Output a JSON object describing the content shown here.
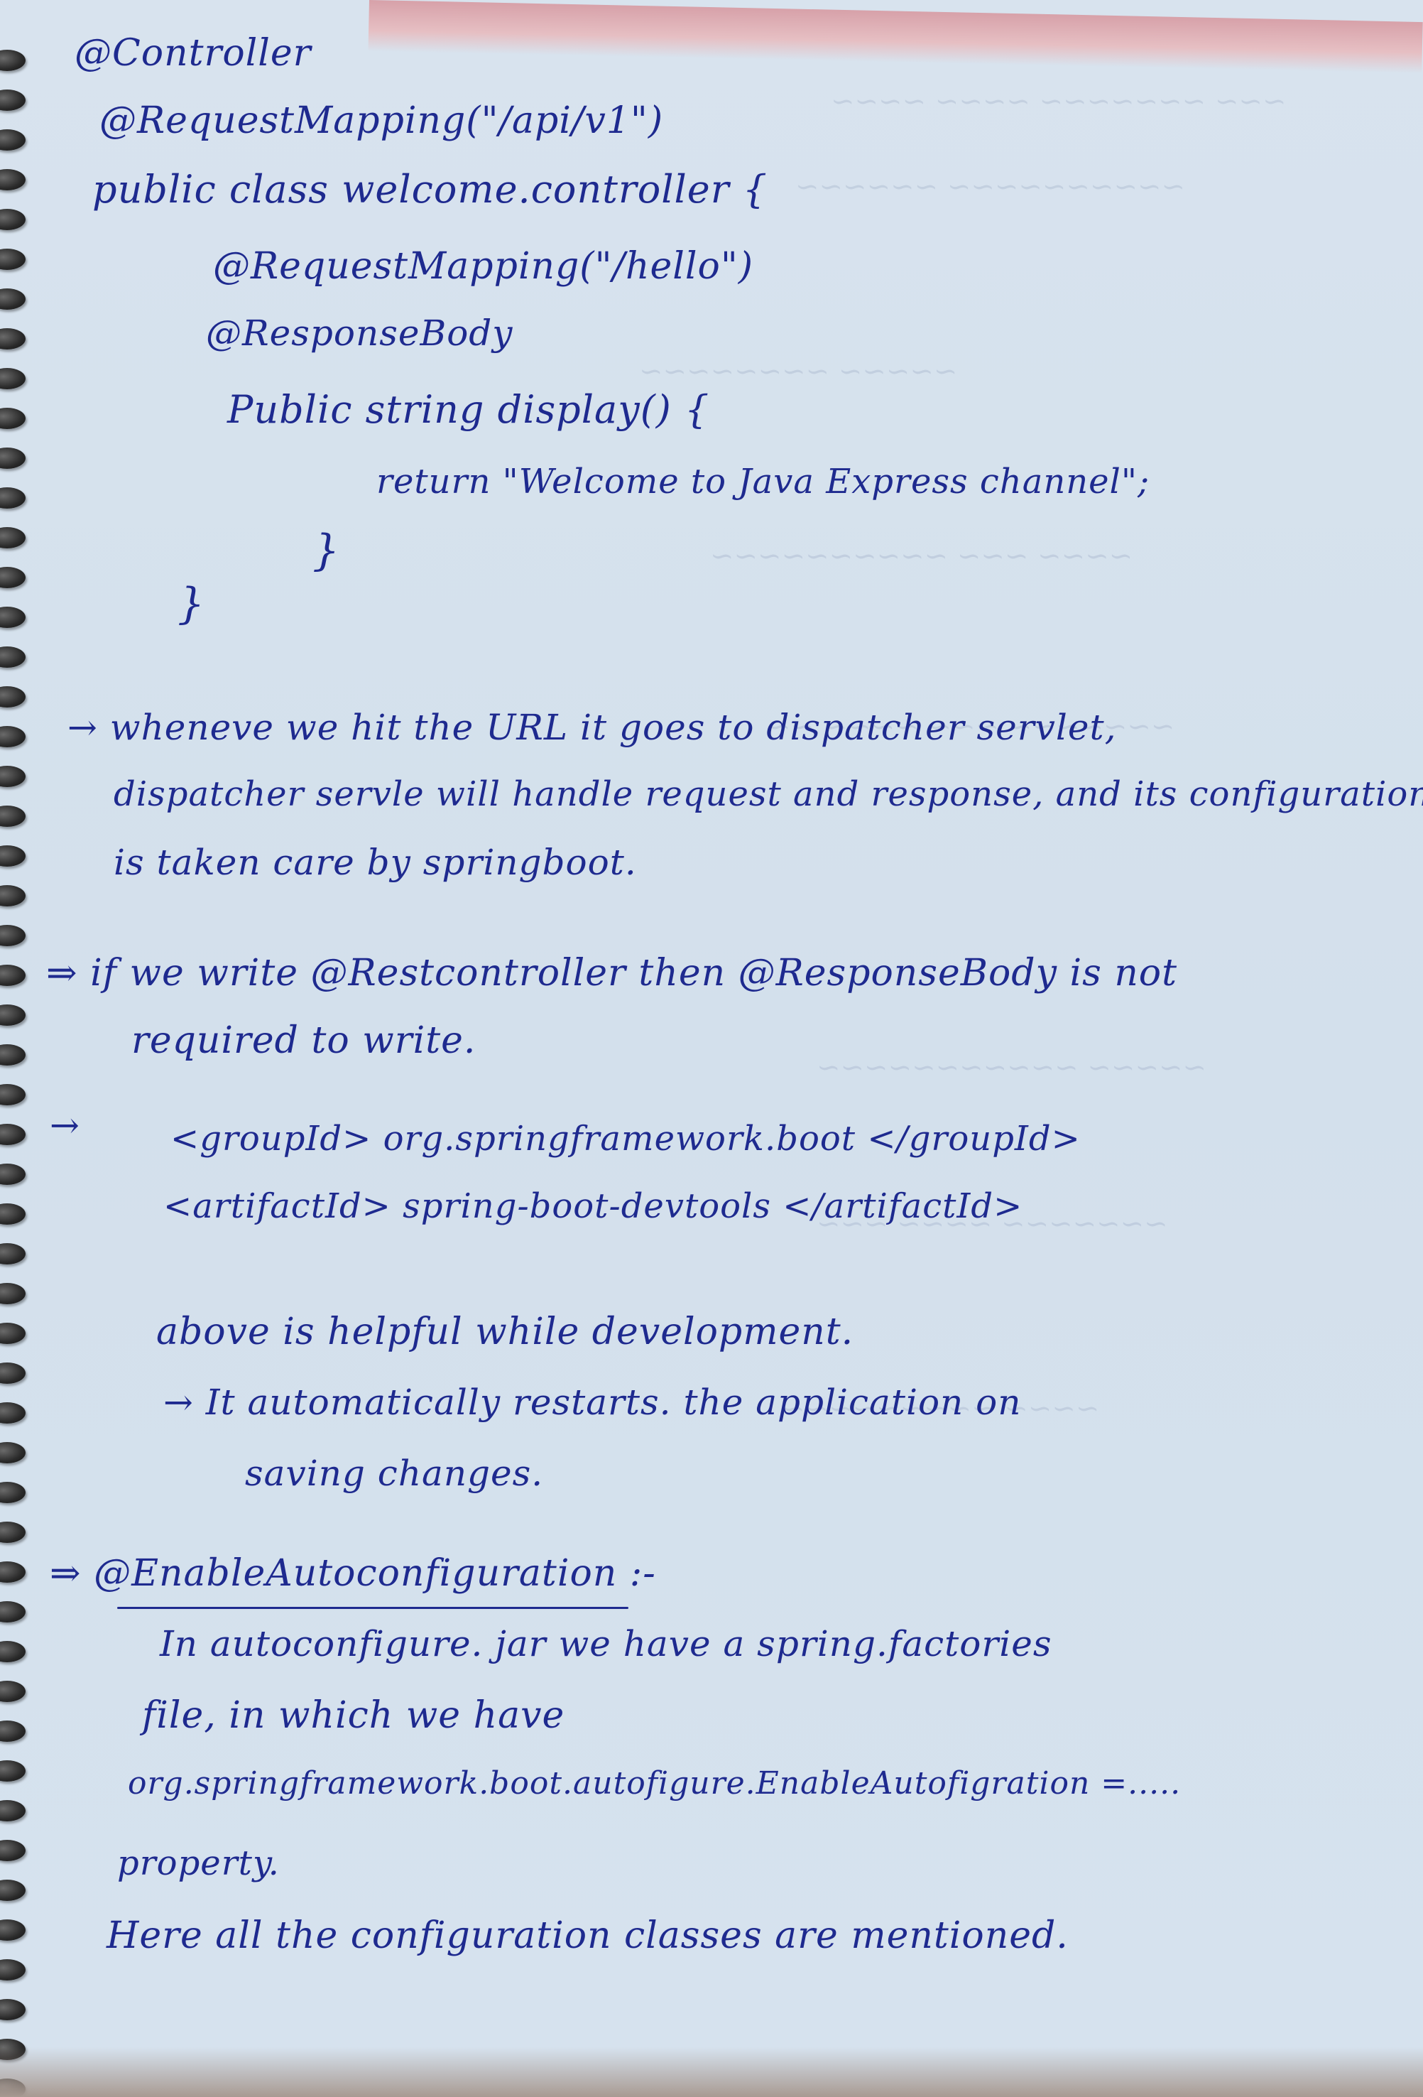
{
  "notes": {
    "code": {
      "l1": "@Controller",
      "l2": "@RequestMapping(\"/api/v1\")",
      "l3": "public  class  welcome.controller {",
      "l4": "@RequestMapping(\"/hello\")",
      "l5": "@ResponseBody",
      "l6": "Public  string  display() {",
      "l7": "return \"Welcome to Java Express channel\";",
      "l8": "}",
      "l9": "}"
    },
    "dispatcher": {
      "l1": "→ wheneve we hit the URL it goes to dispatcher servlet,",
      "l2": "dispatcher servle will handle request and response, and its configuration",
      "l3": "is taken care by springboot."
    },
    "restcontroller": {
      "l1": "⇒ if we write @Restcontroller then @ResponseBody is not",
      "l2": "required to write."
    },
    "devtools": {
      "arrow": "→",
      "l1": "<groupId> org.springframework.boot </groupId>",
      "l2": "<artifactId> spring-boot-devtools </artifactId>",
      "l3": "above  is helpful while development.",
      "l4": "→ It  automatically restarts. the application  on",
      "l5": "saving changes."
    },
    "autoconfig": {
      "l1": "⇒ @EnableAutoconfiguration :-",
      "l2": "In  autoconfigure. jar   we have  a  spring.factories",
      "l3": "file,  in which we have",
      "l4": "org.springframework.boot.autofigure.EnableAutofigration =.....",
      "l5": "property.",
      "l6": "Here  all the  configuration  classes are mentioned."
    }
  }
}
